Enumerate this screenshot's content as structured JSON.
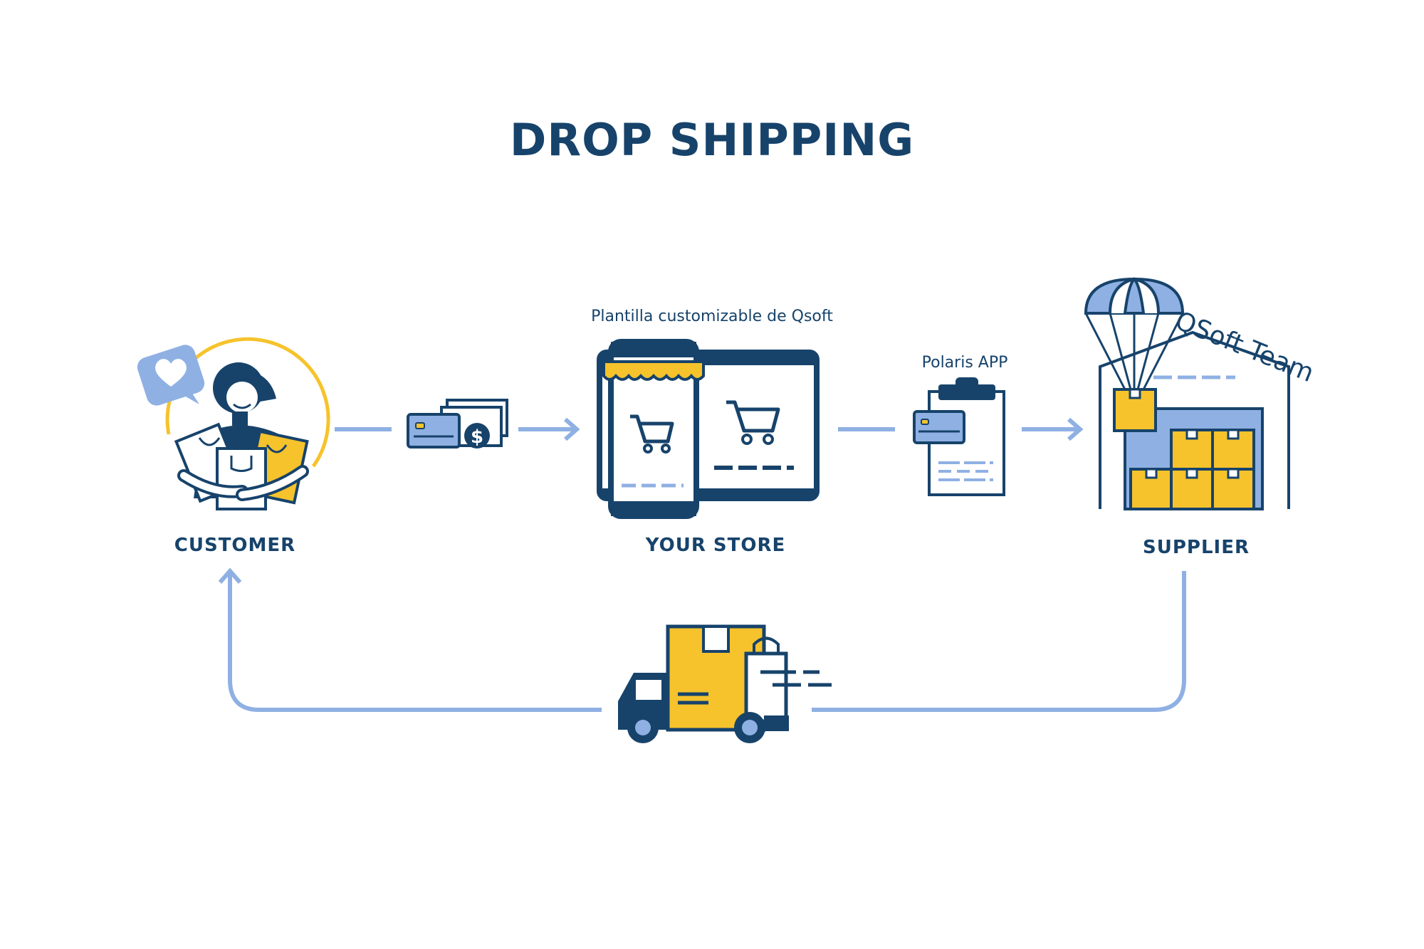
{
  "diagram": {
    "title": "DROP SHIPPING",
    "nodes": {
      "customer": "CUSTOMER",
      "store": "YOUR STORE",
      "supplier": "SUPPLIER"
    },
    "notes": {
      "store_template": "Plantilla customizable de Qsoft",
      "order_app": "Polaris APP",
      "team": "QSoft Team"
    },
    "currency_symbol": "$",
    "colors": {
      "navy": "#17436b",
      "blue": "#8fb0e3",
      "yellow": "#f6c32c",
      "light_blue": "#8fb0e3"
    },
    "icons": [
      "customer-with-bags-icon",
      "heart-speech-bubble-icon",
      "credit-card-and-cash-icon",
      "phone-and-tablet-store-icon",
      "shopping-cart-icon",
      "clipboard-order-icon",
      "parachute-package-icon",
      "warehouse-icon",
      "delivery-truck-icon"
    ]
  }
}
